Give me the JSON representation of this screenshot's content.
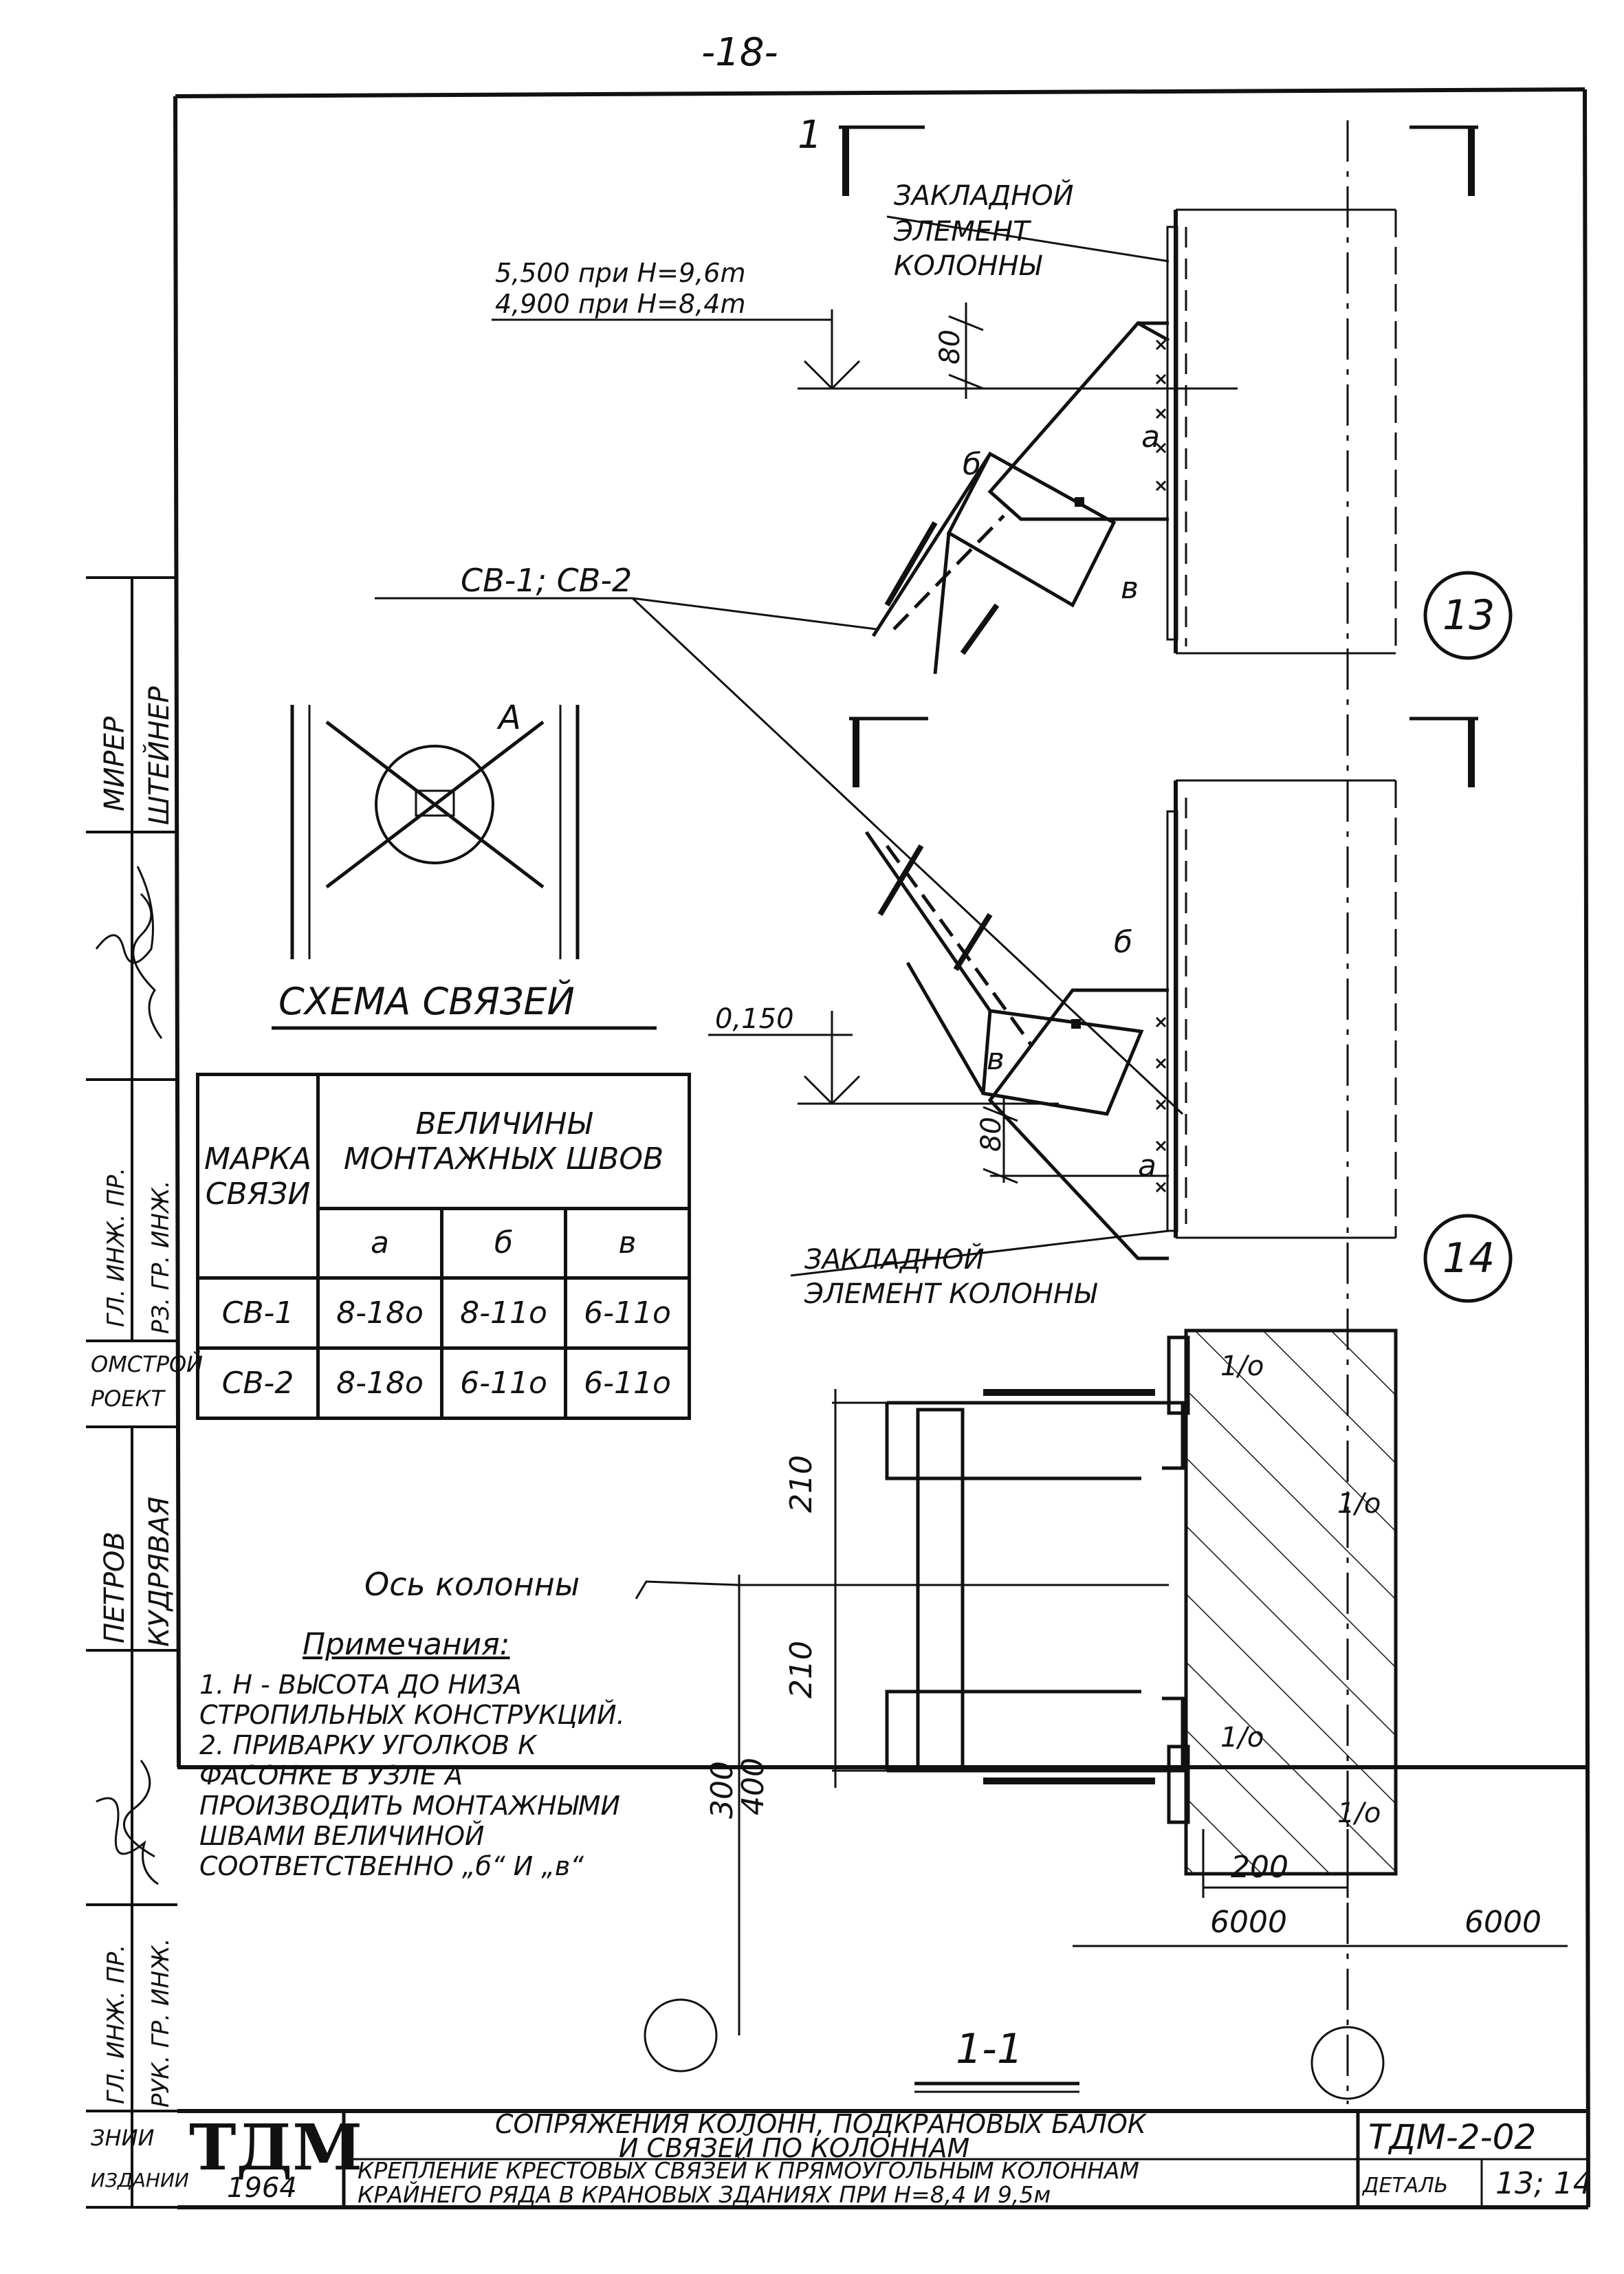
{
  "page_number": "-18-",
  "section_marks": {
    "cut": "1",
    "view_label": "1-1"
  },
  "upper_node": {
    "embedded_label": [
      "ЗАКЛАДНОЙ",
      "ЭЛЕМЕНТ",
      "КОЛОННЫ"
    ],
    "elevations": [
      "5,500 при H=9,6m",
      "4,900 при H=8,4m"
    ],
    "dim_80": "80",
    "weld_a": "a",
    "weld_b": "б",
    "weld_v": "в"
  },
  "brace_label": "СВ-1; СВ-2",
  "axis_13": "13",
  "axis_14": "14",
  "scheme": {
    "node_label": "А",
    "title": "СХЕМА СВЯЗЕЙ"
  },
  "lower_node": {
    "elevation": "0,150",
    "dim_80": "80",
    "embedded_label": [
      "ЗАКЛАДНОЙ",
      "ЭЛЕМЕНТ КОЛОННЫ"
    ],
    "weld_a": "a",
    "weld_b": "б",
    "weld_v": "в"
  },
  "weld_table": {
    "header_mark": [
      "МАРКА",
      "СВЯЗИ"
    ],
    "header_values": [
      "ВЕЛИЧИНЫ",
      "МОНТАЖНЫХ ШВОВ"
    ],
    "subheaders": [
      "a",
      "б",
      "в"
    ],
    "rows": [
      {
        "mark": "СВ-1",
        "a": "8-18о",
        "b": "8-11о",
        "v": "6-11о"
      },
      {
        "mark": "СВ-2",
        "a": "8-18о",
        "b": "6-11о",
        "v": "6-11о"
      }
    ]
  },
  "column_axis_label": "Ось колонны",
  "plan": {
    "dims": [
      "210",
      "210",
      "300",
      "400",
      "200",
      "6000",
      "6000"
    ],
    "weld_marks": "1/о"
  },
  "notes": {
    "title": "Примечания:",
    "items": [
      "1. H - ВЫСОТА ДО НИЗА СТРОПИЛЬНЫХ КОНСТРУКЦИЙ.",
      "2. ПРИВАРКУ УГОЛКОВ К ФАСОНКЕ В УЗЛЕ А ПРОИЗВОДИТЬ МОНТАЖНЫМИ ШВАМИ ВЕЛИЧИНОЙ СООТВЕТСТВЕННО „б“ И „в“"
    ]
  },
  "side_stamp": [
    "МИРЕР",
    "ШТЕЙНЕР",
    "ГЛ. ИНЖ. ПР.",
    "РЗ. ГР. ИНЖ.",
    "ОМСТРОЙ",
    "РОЕКТ",
    "ПЕТРОВ",
    "КУДРЯВАЯ",
    "ГЛ. ИНЖ. ПР.",
    "РУК. ГР. ИНЖ.",
    "ЗНИИ",
    "ИЗДАНИИ"
  ],
  "title_block": {
    "logo": "ТДМ",
    "year": "1964",
    "title_line1": "СОПРЯЖЕНИЯ КОЛОНН, ПОДКРАНОВЫХ БАЛОК",
    "title_line2": "И СВЯЗЕЙ ПО КОЛОННАМ",
    "subtitle_line1": "КРЕПЛЕНИЕ КРЕСТОВЫХ СВЯЗЕЙ К ПРЯМОУГОЛЬНЫМ КОЛОННАМ",
    "subtitle_line2": "КРАЙНЕГО РЯДА В КРАНОВЫХ ЗДАНИЯХ ПРИ H=8,4 И 9,5м",
    "code": "ТДМ-2-02",
    "detail_label": "ДЕТАЛЬ",
    "detail_number": "13; 14"
  }
}
